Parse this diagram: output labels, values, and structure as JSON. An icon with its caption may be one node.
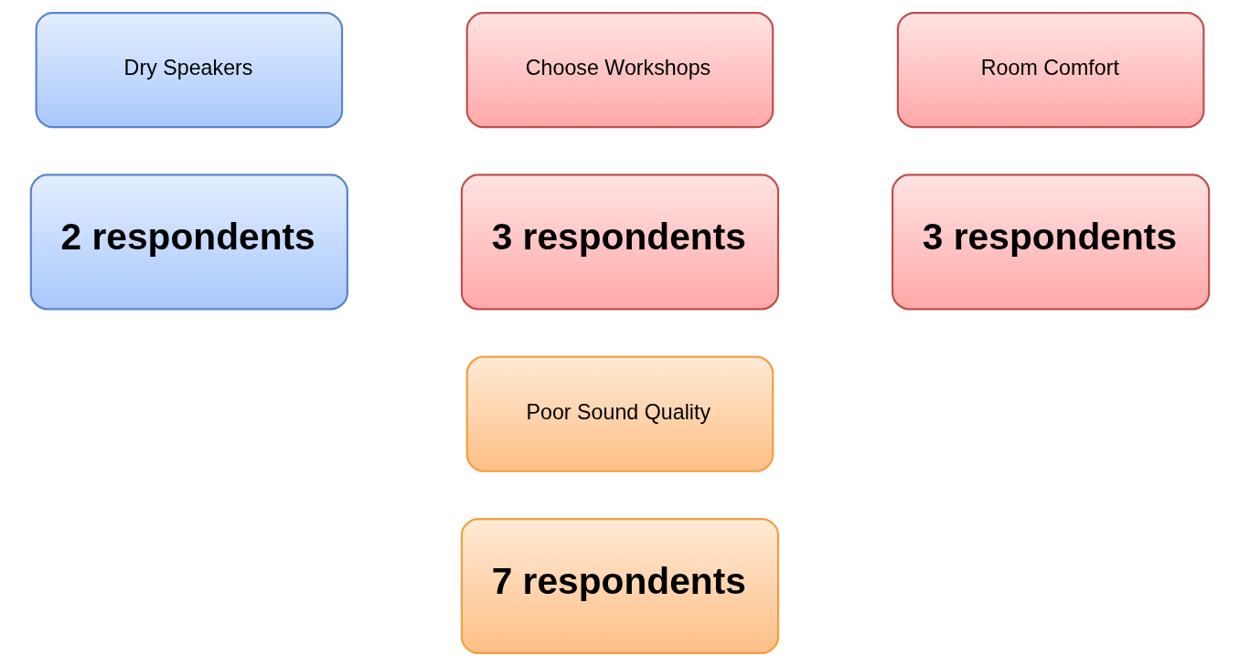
{
  "diagram": {
    "nodes": [
      {
        "text": [
          "Dry Speakers"
        ]
      },
      {
        "text": [
          "2 respondents"
        ]
      },
      {
        "text": [
          "Choose Workshops"
        ]
      },
      {
        "text": [
          "3 respondents"
        ]
      },
      {
        "text": [
          "Room Comfort"
        ]
      },
      {
        "text": [
          "3 respondents"
        ]
      },
      {
        "text": [
          "Poor Sound Quality"
        ]
      },
      {
        "text": [
          "7 respondents"
        ]
      }
    ]
  }
}
